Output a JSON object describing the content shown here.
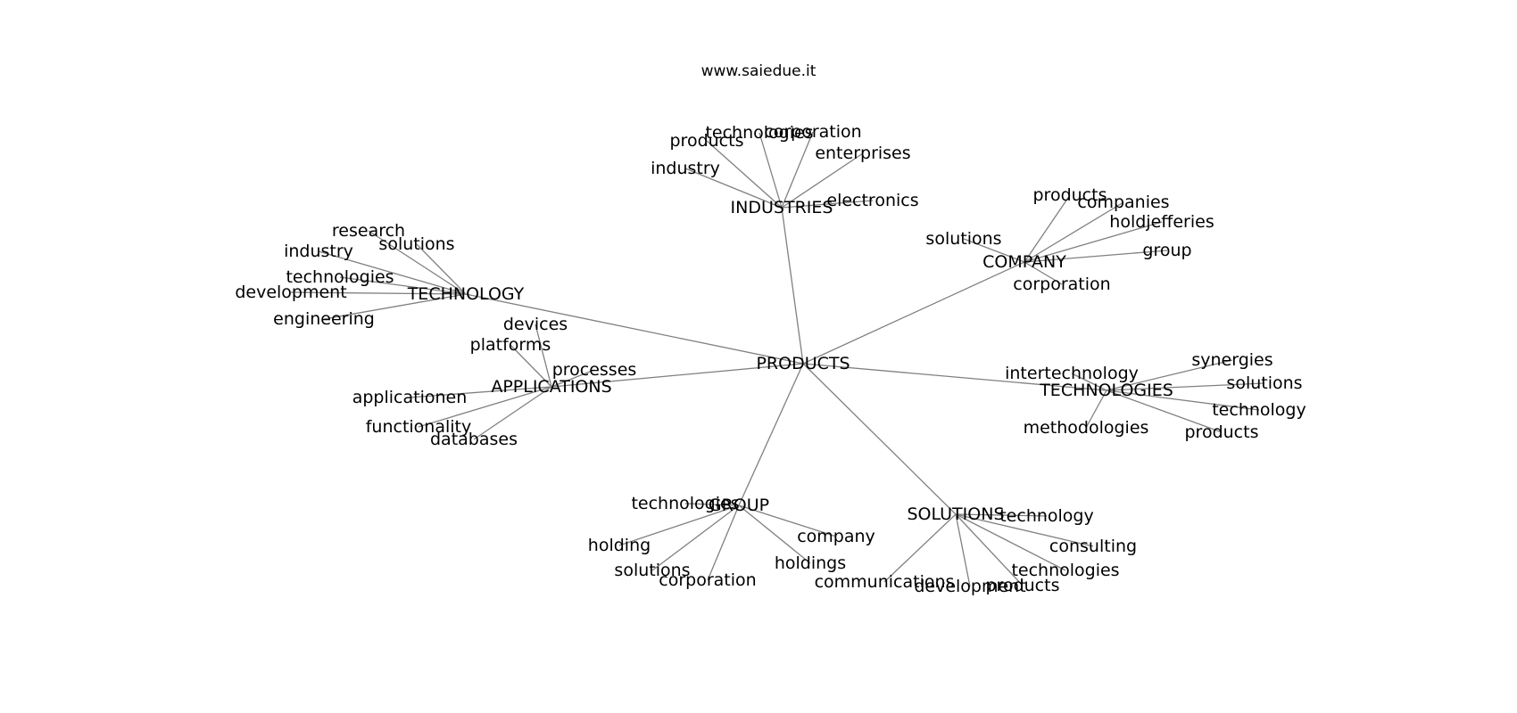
{
  "title": "www.saiedue.it",
  "colors": {
    "edge": "#808080",
    "text": "#000000",
    "background": "#ffffff"
  },
  "graph": {
    "root": "PRODUCTS",
    "hubs": [
      {
        "id": "technology",
        "label": "TECHNOLOGY",
        "leaves": [
          "research",
          "solutions",
          "industry",
          "technologies",
          "development",
          "engineering"
        ]
      },
      {
        "id": "industries",
        "label": "INDUSTRIES",
        "leaves": [
          "products",
          "technologies",
          "corporation",
          "enterprises",
          "industry",
          "electronics"
        ]
      },
      {
        "id": "company",
        "label": "COMPANY",
        "leaves": [
          "products",
          "companies",
          "holdjefferies",
          "solutions",
          "group",
          "corporation"
        ]
      },
      {
        "id": "applications",
        "label": "APPLICATIONS",
        "leaves": [
          "devices",
          "platforms",
          "processes",
          "applicationen",
          "functionality",
          "databases"
        ]
      },
      {
        "id": "technologies",
        "label": "TECHNOLOGIES",
        "leaves": [
          "synergies",
          "intertechnology",
          "solutions",
          "technology",
          "methodologies",
          "products"
        ]
      },
      {
        "id": "group",
        "label": "GROUP",
        "leaves": [
          "technologies",
          "company",
          "holding",
          "holdings",
          "solutions",
          "corporation"
        ]
      },
      {
        "id": "solutions",
        "label": "SOLUTIONS",
        "leaves": [
          "technology",
          "consulting",
          "technologies",
          "communications",
          "development",
          "products"
        ]
      }
    ]
  }
}
